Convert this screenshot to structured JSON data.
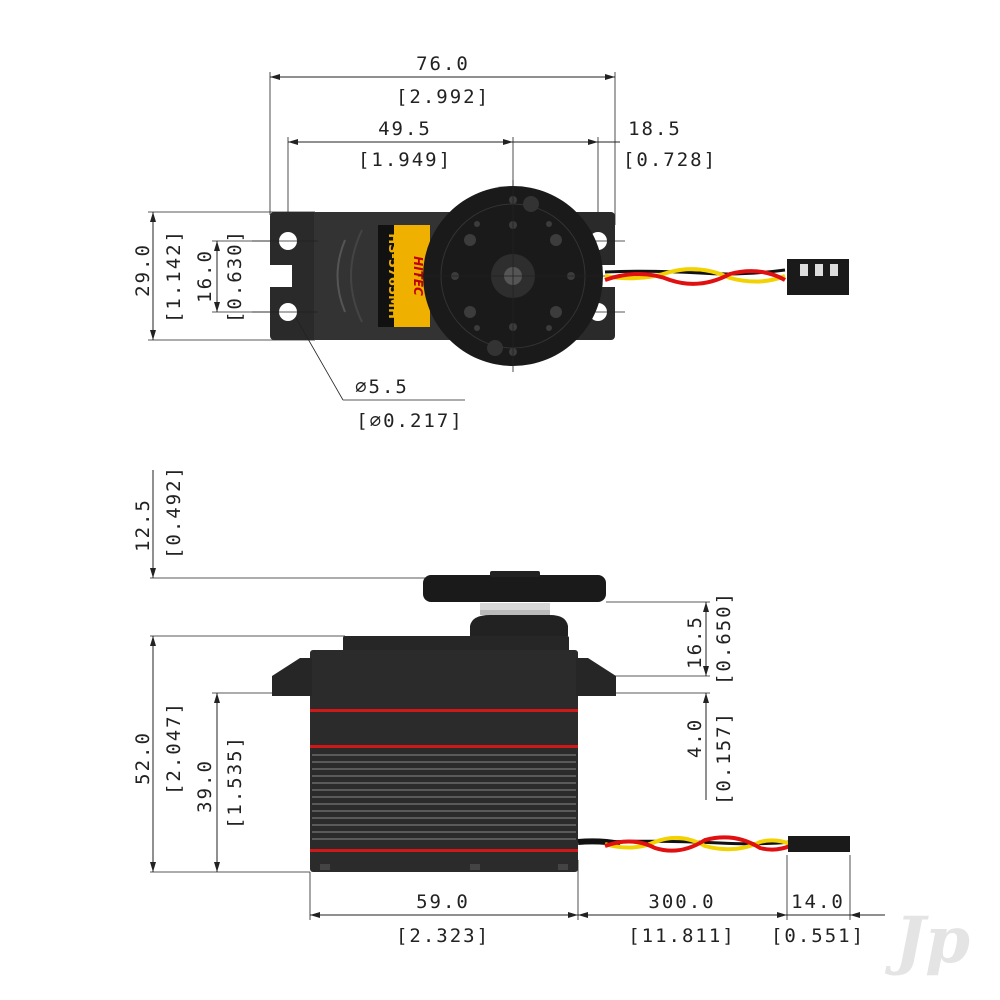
{
  "top_view": {
    "overall_width": {
      "mm": "76.0",
      "in": "[2.992]"
    },
    "hole_spacing": {
      "mm": "49.5",
      "in": "[1.949]"
    },
    "output_offset": {
      "mm": "18.5",
      "in": "[0.728]"
    },
    "height": {
      "mm": "29.0",
      "in": "[1.142]"
    },
    "hole_vertical_spacing": {
      "mm": "16.0",
      "in": "[0.630]"
    },
    "hole_diameter": {
      "mm": "⌀5.5",
      "in": "[⌀0.217]"
    }
  },
  "side_view": {
    "horn_height": {
      "mm": "12.5",
      "in": "[0.492]"
    },
    "total_height": {
      "mm": "52.0",
      "in": "[2.047]"
    },
    "mount_height": {
      "mm": "39.0",
      "in": "[1.535]"
    },
    "top_to_horn": {
      "mm": "16.5",
      "in": "[0.650]"
    },
    "flange_thickness": {
      "mm": "4.0",
      "in": "[0.157]"
    },
    "body_length": {
      "mm": "59.0",
      "in": "[2.323]"
    },
    "wire_length": {
      "mm": "300.0",
      "in": "[11.811]"
    },
    "connector_length": {
      "mm": "14.0",
      "in": "[0.551]"
    }
  },
  "servo_label": {
    "model": "HS-5765MH",
    "brand": "HITEC"
  },
  "watermark": "Jp",
  "colors": {
    "body": "#2b2b2b",
    "horn": "#1a1a1a",
    "red_band": "#d01818",
    "wire_red": "#e01010",
    "wire_yellow": "#f2d200",
    "wire_black": "#111111",
    "label_bg": "#f0b000"
  }
}
